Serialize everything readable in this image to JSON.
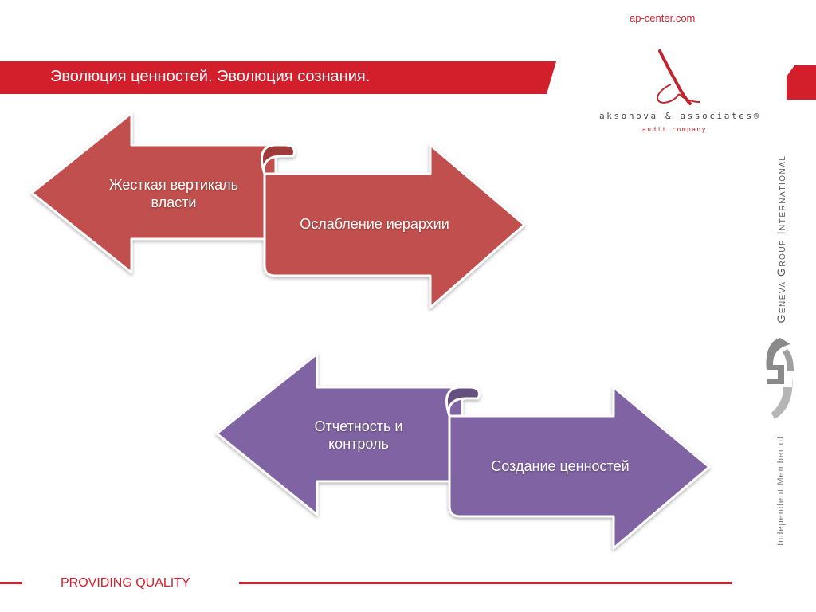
{
  "header": {
    "site_link": "ap-center.com",
    "title": "Эволюция ценностей. Эволюция сознания."
  },
  "logo": {
    "line1": "aksonova & associates®",
    "line2": "audit company"
  },
  "sidebar": {
    "network": "Geneva Group International",
    "member": "Independent Member of"
  },
  "diagram": {
    "pairs": [
      {
        "left_label": "Жесткая вертикаль власти",
        "right_label": "Ослабление иерархии",
        "color": "#c0504d"
      },
      {
        "left_label": "Отчетность и контроль",
        "right_label": "Создание ценностей",
        "color": "#8064a2"
      }
    ]
  },
  "footer": {
    "tagline": "PROVIDING QUALITY"
  },
  "colors": {
    "brand_red": "#d21f2b",
    "red_arrow": "#c0504d",
    "purple_arrow": "#8064a2"
  }
}
